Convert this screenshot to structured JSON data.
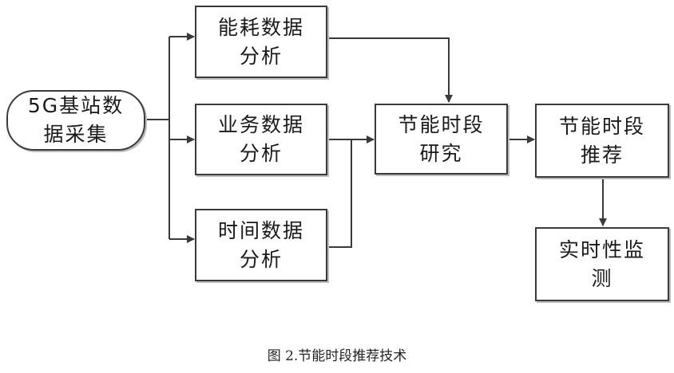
{
  "nodes": {
    "collect": "5G基站数\n据采集",
    "energy": "能耗数据\n分析",
    "business": "业务数据\n分析",
    "time_data": "时间数据\n分析",
    "research": "节能时段\n研究",
    "recommend": "节能时段\n推荐",
    "monitor": "实时性监\n测"
  },
  "caption": "图 2.节能时段推荐技术"
}
